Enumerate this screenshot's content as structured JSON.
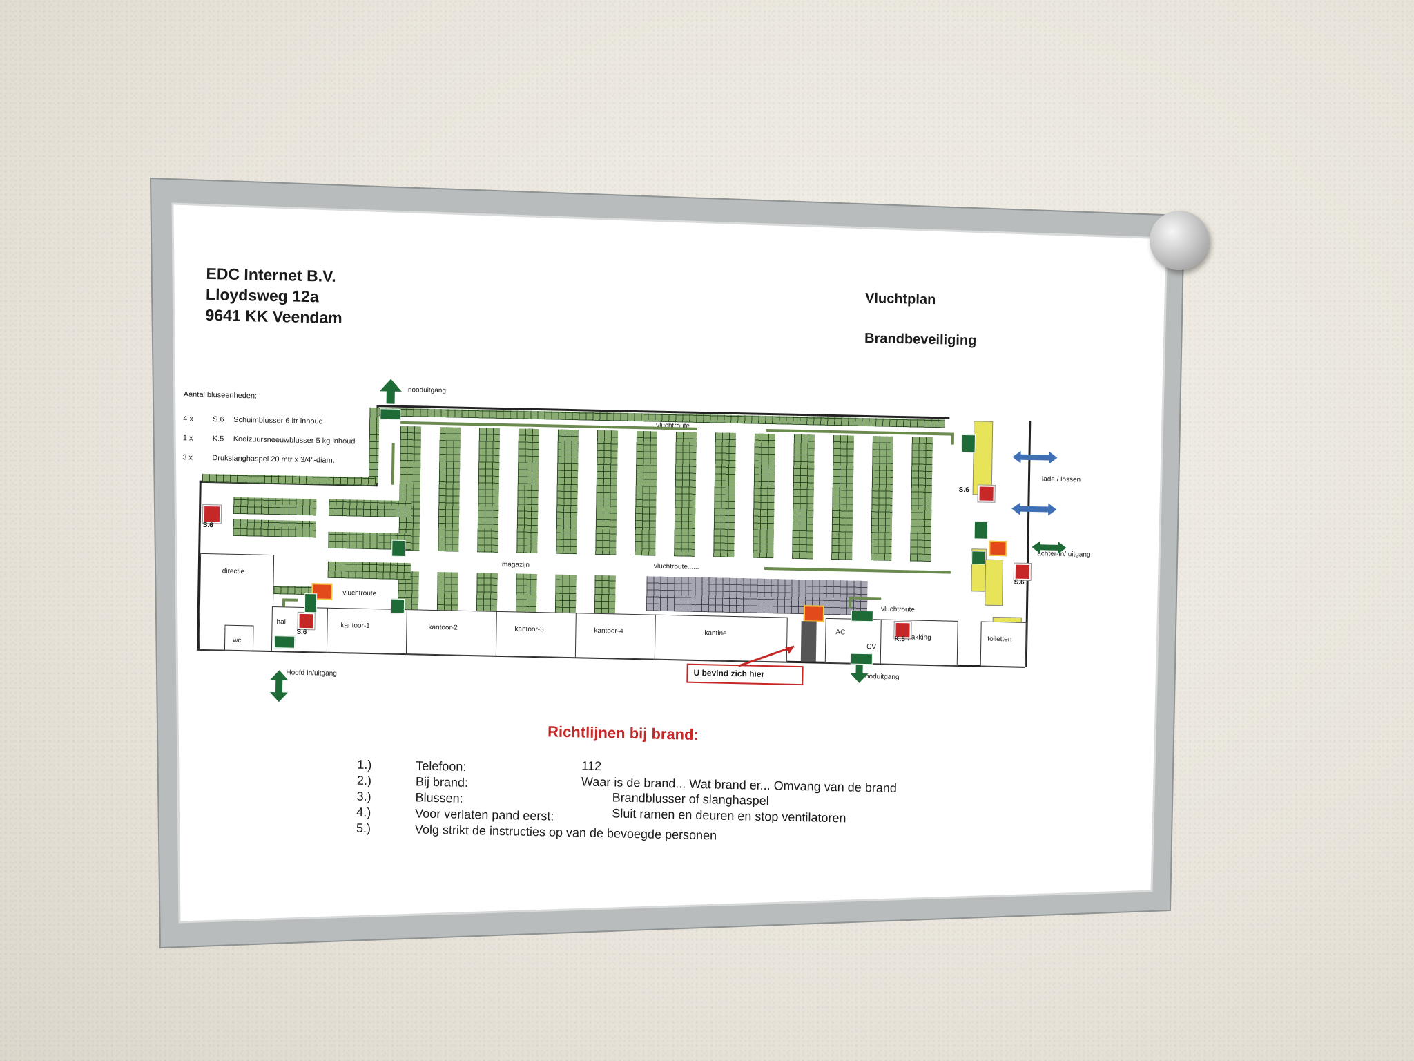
{
  "header": {
    "company": "EDC Internet B.V.",
    "street": "Lloydsweg 12a",
    "city": "9641  KK  Veendam",
    "title1": "Vluchtplan",
    "title2": "Brandbeveiliging"
  },
  "legend": {
    "heading": "Aantal bluseenheden:",
    "rows": [
      {
        "count": "4 x",
        "code": "S.6",
        "desc": "Schuimblusser 6 ltr inhoud"
      },
      {
        "count": "1 x",
        "code": "K.5",
        "desc": "Koolzuursneeuwblusser 5 kg inhoud"
      },
      {
        "count": "3 x",
        "code": "",
        "desc": "Drukslanghaspel 20 mtr x 3/4\"-diam."
      }
    ]
  },
  "map_labels": {
    "nooduitgang_top": "nooduitgang",
    "vluchtroute_top": "vluchtroute......",
    "vluchtroute_mid": "vluchtroute......",
    "vluchtroute_left": "vluchtroute",
    "vluchtroute_right": "vluchtroute",
    "magazijn": "magazijn",
    "directie": "directie",
    "wc": "wc",
    "hal": "hal",
    "kantoor1": "kantoor-1",
    "kantoor2": "kantoor-2",
    "kantoor3": "kantoor-3",
    "kantoor4": "kantoor-4",
    "kantine": "kantine",
    "ac": "AC",
    "cv": "CV",
    "verpakking": "verpakking",
    "toiletten": "toiletten",
    "lade_lossen": "lade / lossen",
    "achter": "achter-in/ uitgang",
    "hoofd": "Hoofd-in/uitgang",
    "nooduitgang_bottom": "nooduitgang",
    "you_are_here": "U bevind zich hier",
    "s6": "S.6",
    "k5": "K.5"
  },
  "rules": {
    "title": "Richtlijnen bij brand:",
    "items": [
      {
        "num": "1.)",
        "label": "Telefoon:",
        "value": "112"
      },
      {
        "num": "2.)",
        "label": "Bij brand:",
        "value": "Waar is de brand...  Wat brand er...  Omvang van de brand"
      },
      {
        "num": "3.)",
        "label": "Blussen:",
        "value": "Brandblusser of slanghaspel"
      },
      {
        "num": "4.)",
        "label": "Voor verlaten pand eerst:",
        "value": "Sluit ramen en deuren en stop ventilatoren"
      },
      {
        "num": "5.)",
        "label": "Volg strikt de instructies op van de bevoegde personen",
        "value": ""
      }
    ]
  },
  "colors": {
    "rack_green": "#8aab72",
    "rack_grey": "#a7a6b3",
    "sign_red": "#c62828",
    "exit_green": "#1f6b37",
    "frame_silver": "#b9bcbc"
  }
}
